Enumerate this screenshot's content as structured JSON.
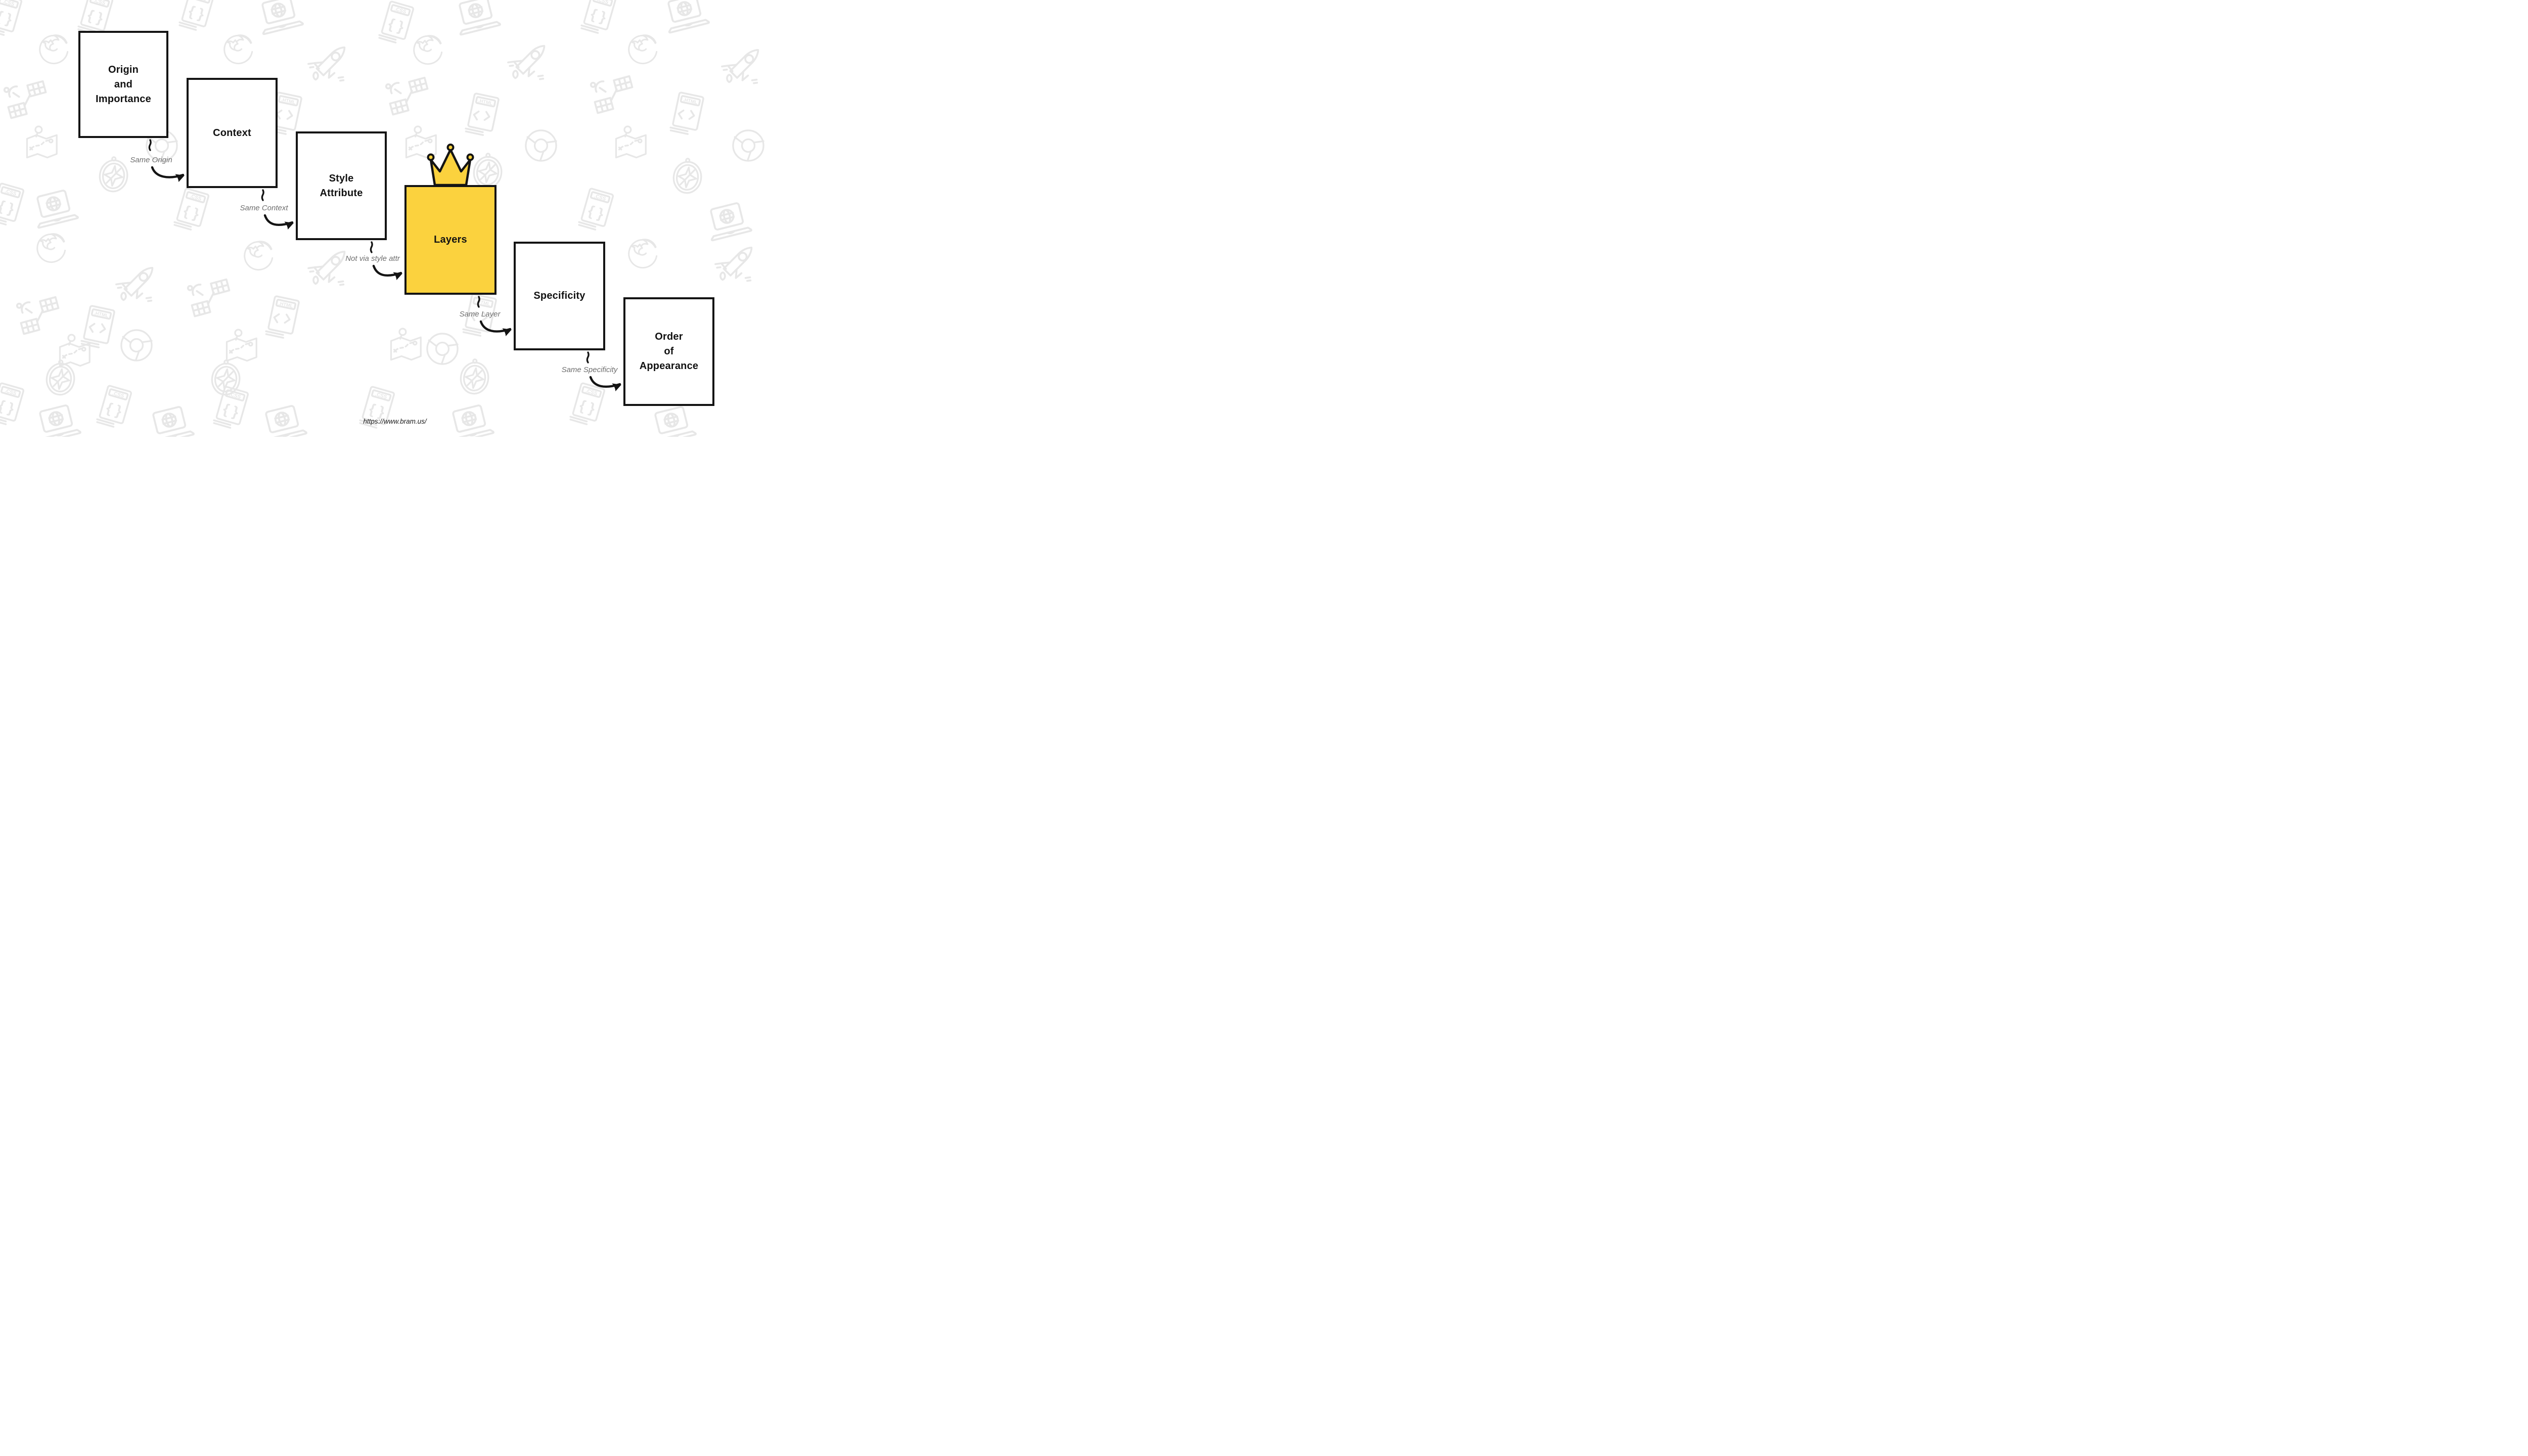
{
  "boxes": [
    {
      "id": "origin-and-importance",
      "label": "Origin\nand\nImportance",
      "highlighted": false
    },
    {
      "id": "context",
      "label": "Context",
      "highlighted": false
    },
    {
      "id": "style-attribute",
      "label": "Style\nAttribute",
      "highlighted": false
    },
    {
      "id": "layers",
      "label": "Layers",
      "highlighted": true,
      "badge": "crown-icon"
    },
    {
      "id": "specificity",
      "label": "Specificity",
      "highlighted": false
    },
    {
      "id": "order-of-appearance",
      "label": "Order\nof\nAppearance",
      "highlighted": false
    }
  ],
  "connectors": [
    {
      "from": "origin-and-importance",
      "to": "context",
      "label": "Same Origin"
    },
    {
      "from": "context",
      "to": "style-attribute",
      "label": "Same Context"
    },
    {
      "from": "style-attribute",
      "to": "layers",
      "label": "Not via style attr"
    },
    {
      "from": "layers",
      "to": "specificity",
      "label": "Same Layer"
    },
    {
      "from": "specificity",
      "to": "order-of-appearance",
      "label": "Same Specificity"
    }
  ],
  "footer": {
    "url": "https://www.bram.us/"
  },
  "colors": {
    "background": "#FFFFFF",
    "highlight_fill": "#FBD23E",
    "box_border": "#141414",
    "box_text": "#111111",
    "connector_ink": "#141414",
    "connector_label": "#6F6F6F",
    "footer_text": "#1A1A1A",
    "background_icon": "#E7E7E7"
  },
  "background_icons": [
    "css-file",
    "html-file",
    "laptop-globe",
    "firefox",
    "chrome",
    "safari-compass",
    "rocket",
    "satellite",
    "map"
  ]
}
